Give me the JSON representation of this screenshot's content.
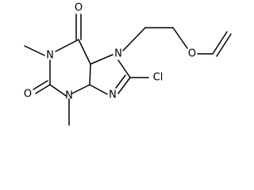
{
  "molecule": {
    "atoms": {
      "o6": "O",
      "o2": "O",
      "n1": "N",
      "n3": "N",
      "n7": "N",
      "n9": "N",
      "cl": "Cl",
      "o_ether": "O"
    }
  }
}
